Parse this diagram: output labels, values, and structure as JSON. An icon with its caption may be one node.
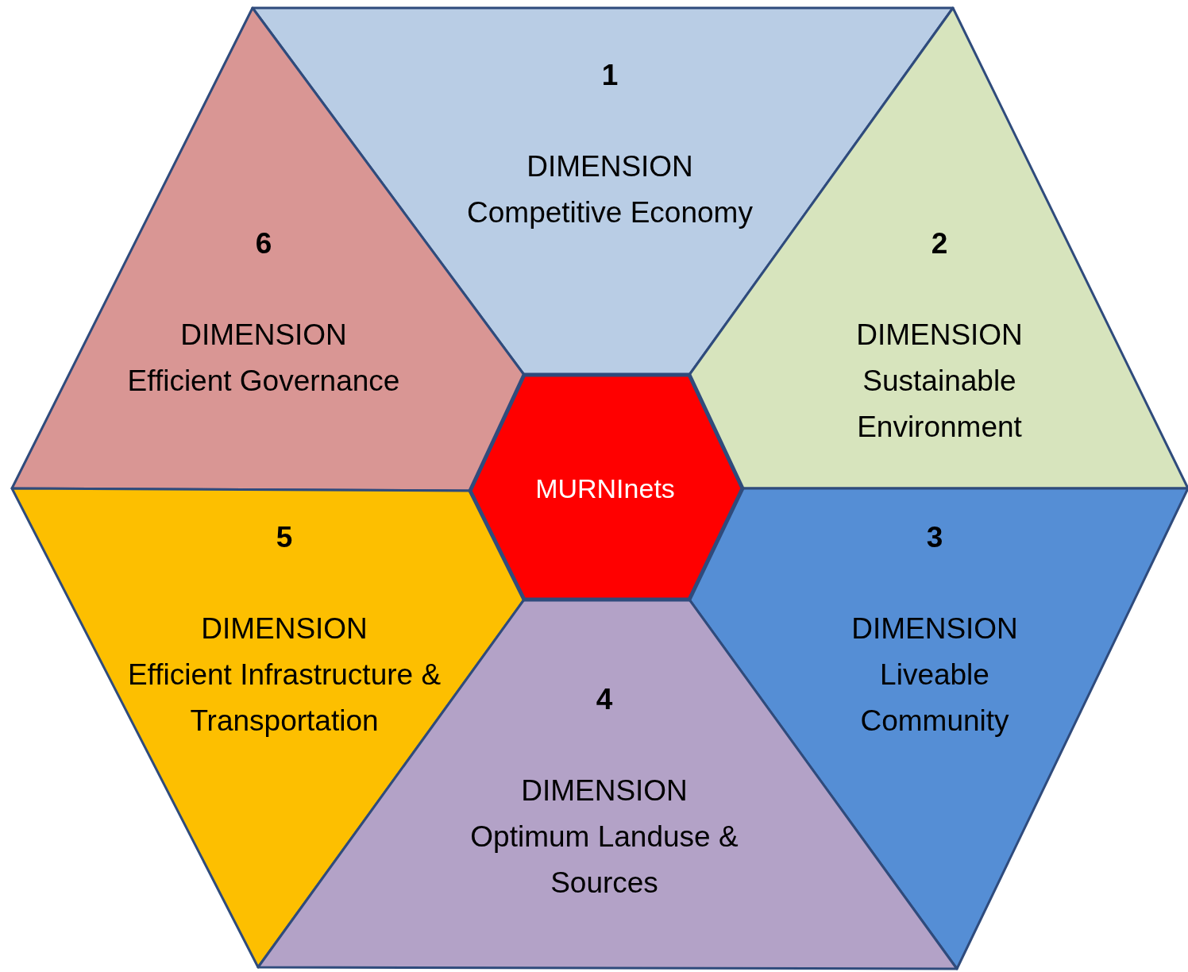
{
  "diagram": {
    "nodes": [
      {
        "text": [
          "1",
          "DIMENSION",
          "Competitive Economy"
        ]
      },
      {
        "text": [
          "6",
          "DIMENSION",
          "Efficient Governance"
        ]
      },
      {
        "text": [
          "2",
          "DIMENSION",
          "Sustainable Environment"
        ]
      },
      {
        "text": [
          "MURNInets"
        ]
      },
      {
        "text": [
          "5",
          "DIMENSION",
          "Efficient Infrastructure & Transportation"
        ]
      },
      {
        "text": [
          "3",
          "DIMENSION",
          "Liveable Community"
        ]
      },
      {
        "text": [
          "4",
          "DIMENSION",
          "Optimum Landuse & Sources"
        ]
      }
    ]
  }
}
